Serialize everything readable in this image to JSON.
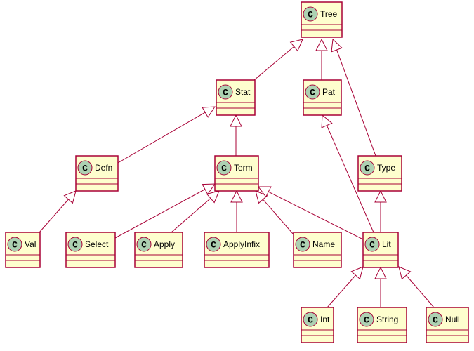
{
  "diagram": {
    "type": "uml-class-hierarchy",
    "badge_letter": "C",
    "colors": {
      "class_fill": "#FEFECE",
      "border": "#A80036",
      "badge_fill": "#ADD1B2",
      "background": "#FFFFFF"
    },
    "classes": [
      {
        "id": "tree",
        "name": "Tree"
      },
      {
        "id": "stat",
        "name": "Stat"
      },
      {
        "id": "pat",
        "name": "Pat"
      },
      {
        "id": "defn",
        "name": "Defn"
      },
      {
        "id": "term",
        "name": "Term"
      },
      {
        "id": "type",
        "name": "Type"
      },
      {
        "id": "val",
        "name": "Val"
      },
      {
        "id": "select",
        "name": "Select"
      },
      {
        "id": "apply",
        "name": "Apply"
      },
      {
        "id": "applyinfix",
        "name": "ApplyInfix"
      },
      {
        "id": "name",
        "name": "Name"
      },
      {
        "id": "lit",
        "name": "Lit"
      },
      {
        "id": "int",
        "name": "Int"
      },
      {
        "id": "string",
        "name": "String"
      },
      {
        "id": "null",
        "name": "Null"
      }
    ],
    "inheritance": [
      {
        "child": "stat",
        "parent": "tree"
      },
      {
        "child": "pat",
        "parent": "tree"
      },
      {
        "child": "type",
        "parent": "tree"
      },
      {
        "child": "defn",
        "parent": "stat"
      },
      {
        "child": "term",
        "parent": "stat"
      },
      {
        "child": "val",
        "parent": "defn"
      },
      {
        "child": "select",
        "parent": "term"
      },
      {
        "child": "apply",
        "parent": "term"
      },
      {
        "child": "applyinfix",
        "parent": "term"
      },
      {
        "child": "name",
        "parent": "term"
      },
      {
        "child": "lit",
        "parent": "term"
      },
      {
        "child": "lit",
        "parent": "pat"
      },
      {
        "child": "lit",
        "parent": "type"
      },
      {
        "child": "int",
        "parent": "lit"
      },
      {
        "child": "string",
        "parent": "lit"
      },
      {
        "child": "null",
        "parent": "lit"
      }
    ]
  }
}
